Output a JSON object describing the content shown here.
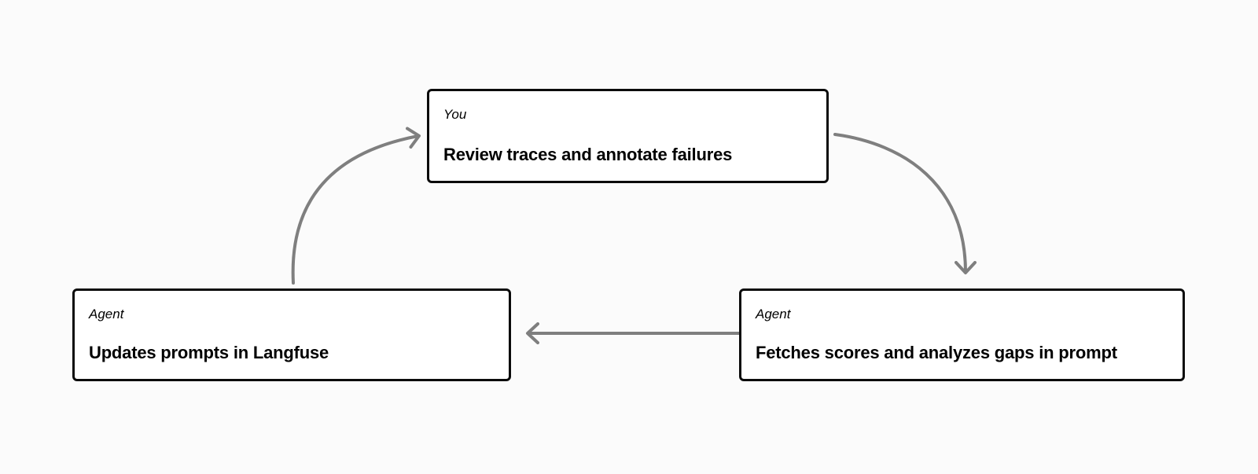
{
  "diagram": {
    "description": "Three-step feedback loop between a human and an agent around Langfuse prompt management"
  },
  "colors": {
    "bg": "#fbfbfb",
    "box_fill": "#ffffff",
    "box_border": "#0b0b0b",
    "arrow": "#7f7f7f",
    "text": "#000000"
  },
  "nodes": [
    {
      "id": "review-traces",
      "actor": "You",
      "title": "Review traces and annotate failures"
    },
    {
      "id": "fetch-scores",
      "actor": "Agent",
      "title": "Fetches scores and analyzes gaps in prompt"
    },
    {
      "id": "update-prompts",
      "actor": "Agent",
      "title": "Updates prompts in Langfuse"
    }
  ],
  "edges": [
    {
      "from": "review-traces",
      "to": "fetch-scores",
      "shape": "curved-down-right"
    },
    {
      "from": "fetch-scores",
      "to": "update-prompts",
      "shape": "straight-left"
    },
    {
      "from": "update-prompts",
      "to": "review-traces",
      "shape": "curved-up-right"
    }
  ]
}
